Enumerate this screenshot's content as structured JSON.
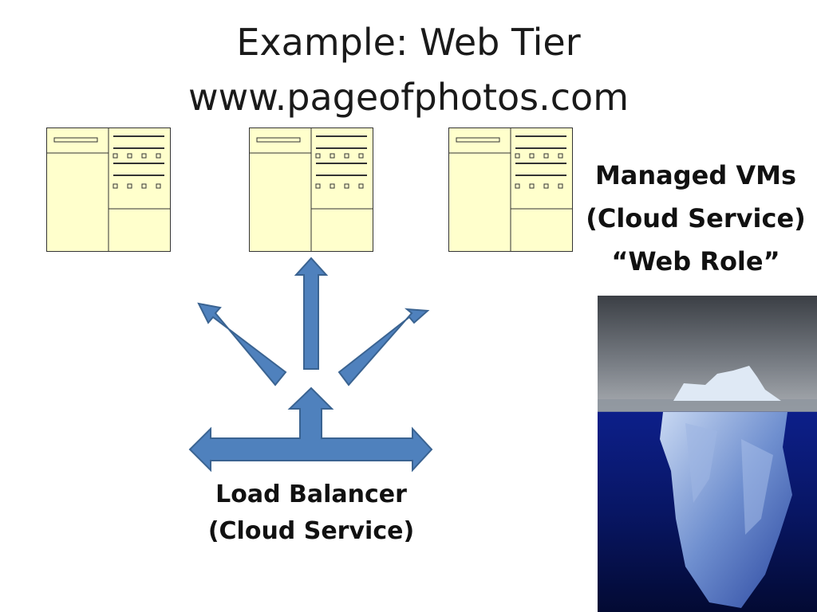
{
  "slide": {
    "title_line1": "Example: Web Tier",
    "title_line2": "www.pageofphotos.com"
  },
  "managed_vms": {
    "line1": "Managed VMs",
    "line2": "(Cloud Service)",
    "line3": "“Web Role”",
    "count": 3
  },
  "load_balancer": {
    "line1": "Load Balancer",
    "line2": "(Cloud Service)"
  },
  "icons": {
    "vm": "server-page-icon",
    "arrows": "arrow-icon",
    "picture": "iceberg-image"
  },
  "colors": {
    "vm_fill": "#ffffcc",
    "vm_stroke": "#333333",
    "arrow_fill": "#4f81bd",
    "arrow_stroke": "#3a6391"
  }
}
